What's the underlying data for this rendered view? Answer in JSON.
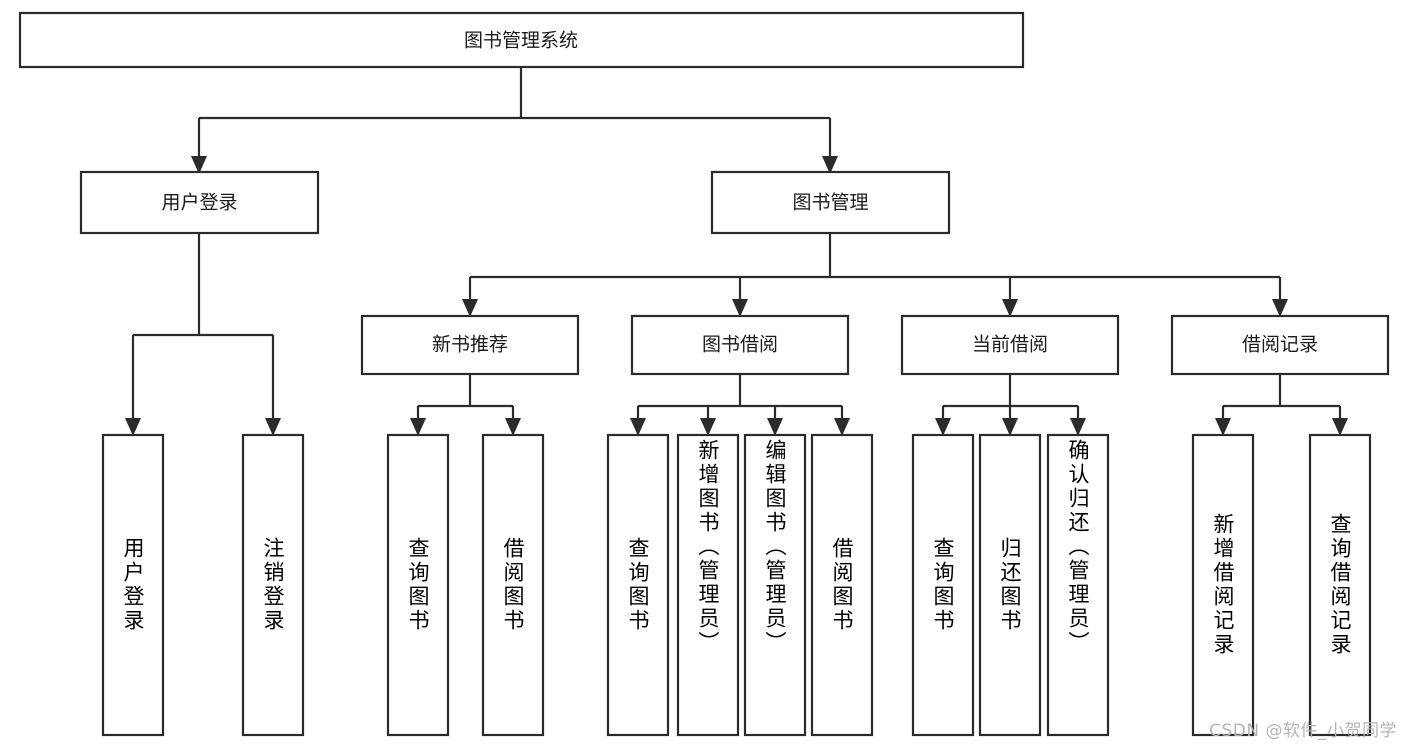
{
  "diagram": {
    "type": "tree",
    "title": "图书管理系统",
    "watermark": "CSDN @软件_小贺同学",
    "colors": {
      "background": "#ffffff",
      "stroke": "#2b2b2b",
      "box_fill": "#ffffff",
      "text": "#1a1a1a",
      "watermark": "#b5b5b5"
    },
    "nodes": {
      "root": {
        "label": "图书管理系统",
        "orientation": "horizontal",
        "level": 0
      },
      "l1_0": {
        "label": "用户登录",
        "orientation": "horizontal",
        "level": 1
      },
      "l1_1": {
        "label": "图书管理",
        "orientation": "horizontal",
        "level": 1
      },
      "l2_0": {
        "label": "新书推荐",
        "orientation": "horizontal",
        "level": 2
      },
      "l2_1": {
        "label": "图书借阅",
        "orientation": "horizontal",
        "level": 2
      },
      "l2_2": {
        "label": "当前借阅",
        "orientation": "horizontal",
        "level": 2
      },
      "l2_3": {
        "label": "借阅记录",
        "orientation": "horizontal",
        "level": 2
      },
      "leaf_0": {
        "label": "用户登录",
        "orientation": "vertical",
        "level": 3
      },
      "leaf_1": {
        "label": "注销登录",
        "orientation": "vertical",
        "level": 3
      },
      "leaf_2": {
        "label": "查询图书",
        "orientation": "vertical",
        "level": 3
      },
      "leaf_3": {
        "label": "借阅图书",
        "orientation": "vertical",
        "level": 3
      },
      "leaf_4": {
        "label": "查询图书",
        "orientation": "vertical",
        "level": 3
      },
      "leaf_5": {
        "label": "新增图书（管理员）",
        "orientation": "vertical",
        "level": 3
      },
      "leaf_6": {
        "label": "编辑图书（管理员）",
        "orientation": "vertical",
        "level": 3
      },
      "leaf_7": {
        "label": "借阅图书",
        "orientation": "vertical",
        "level": 3
      },
      "leaf_8": {
        "label": "查询图书",
        "orientation": "vertical",
        "level": 3
      },
      "leaf_9": {
        "label": "归还图书",
        "orientation": "vertical",
        "level": 3
      },
      "leaf_10": {
        "label": "确认归还（管理员）",
        "orientation": "vertical",
        "level": 3
      },
      "leaf_11": {
        "label": "新增借阅记录",
        "orientation": "vertical",
        "level": 3
      },
      "leaf_12": {
        "label": "查询借阅记录",
        "orientation": "vertical",
        "level": 3
      }
    },
    "edges": [
      {
        "from": "root",
        "to": "l1_0"
      },
      {
        "from": "root",
        "to": "l1_1"
      },
      {
        "from": "l1_0",
        "to": "leaf_0"
      },
      {
        "from": "l1_0",
        "to": "leaf_1"
      },
      {
        "from": "l1_1",
        "to": "l2_0"
      },
      {
        "from": "l1_1",
        "to": "l2_1"
      },
      {
        "from": "l1_1",
        "to": "l2_2"
      },
      {
        "from": "l1_1",
        "to": "l2_3"
      },
      {
        "from": "l2_0",
        "to": "leaf_2"
      },
      {
        "from": "l2_0",
        "to": "leaf_3"
      },
      {
        "from": "l2_1",
        "to": "leaf_4"
      },
      {
        "from": "l2_1",
        "to": "leaf_5"
      },
      {
        "from": "l2_1",
        "to": "leaf_6"
      },
      {
        "from": "l2_1",
        "to": "leaf_7"
      },
      {
        "from": "l2_2",
        "to": "leaf_8"
      },
      {
        "from": "l2_2",
        "to": "leaf_9"
      },
      {
        "from": "l2_2",
        "to": "leaf_10"
      },
      {
        "from": "l2_3",
        "to": "leaf_11"
      },
      {
        "from": "l2_3",
        "to": "leaf_12"
      }
    ]
  }
}
